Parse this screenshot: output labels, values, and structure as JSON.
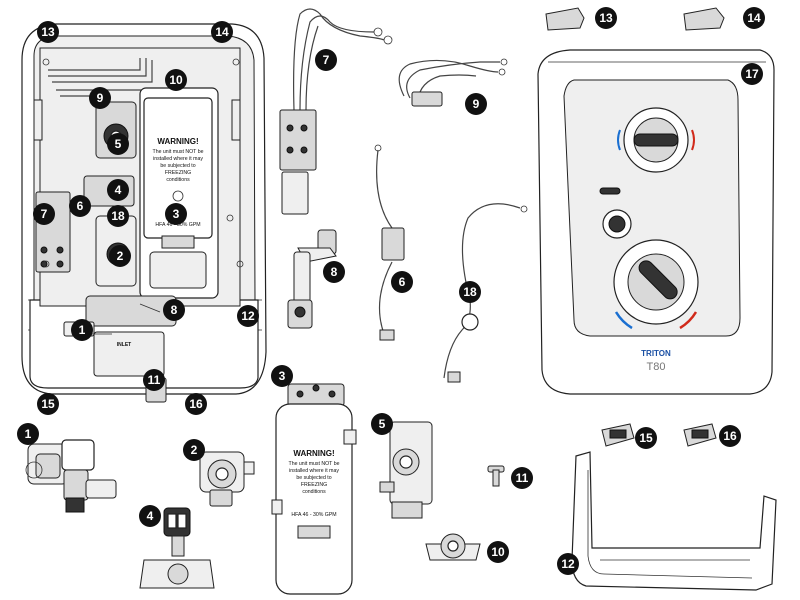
{
  "diagram": {
    "warning_label_main": {
      "title": "WARNING!",
      "lines": [
        "The unit must NOT be",
        "installed where it may",
        "be subjected to",
        "FREEZING",
        "conditions"
      ],
      "spec": "HFA 46 - 30% GPM"
    },
    "warning_label_heater": {
      "title": "WARNING!",
      "lines": [
        "The unit must NOT be",
        "installed where it may",
        "be subjected to",
        "FREEZING",
        "conditions"
      ],
      "spec": "HFA 46 - 30% GPM"
    },
    "cover_brand": "TRITON",
    "cover_model": "T80",
    "inlet_label": "INLET",
    "callouts": [
      "1",
      "2",
      "3",
      "4",
      "5",
      "6",
      "7",
      "8",
      "9",
      "10",
      "11",
      "12",
      "13",
      "14",
      "15",
      "16",
      "17",
      "18"
    ]
  }
}
